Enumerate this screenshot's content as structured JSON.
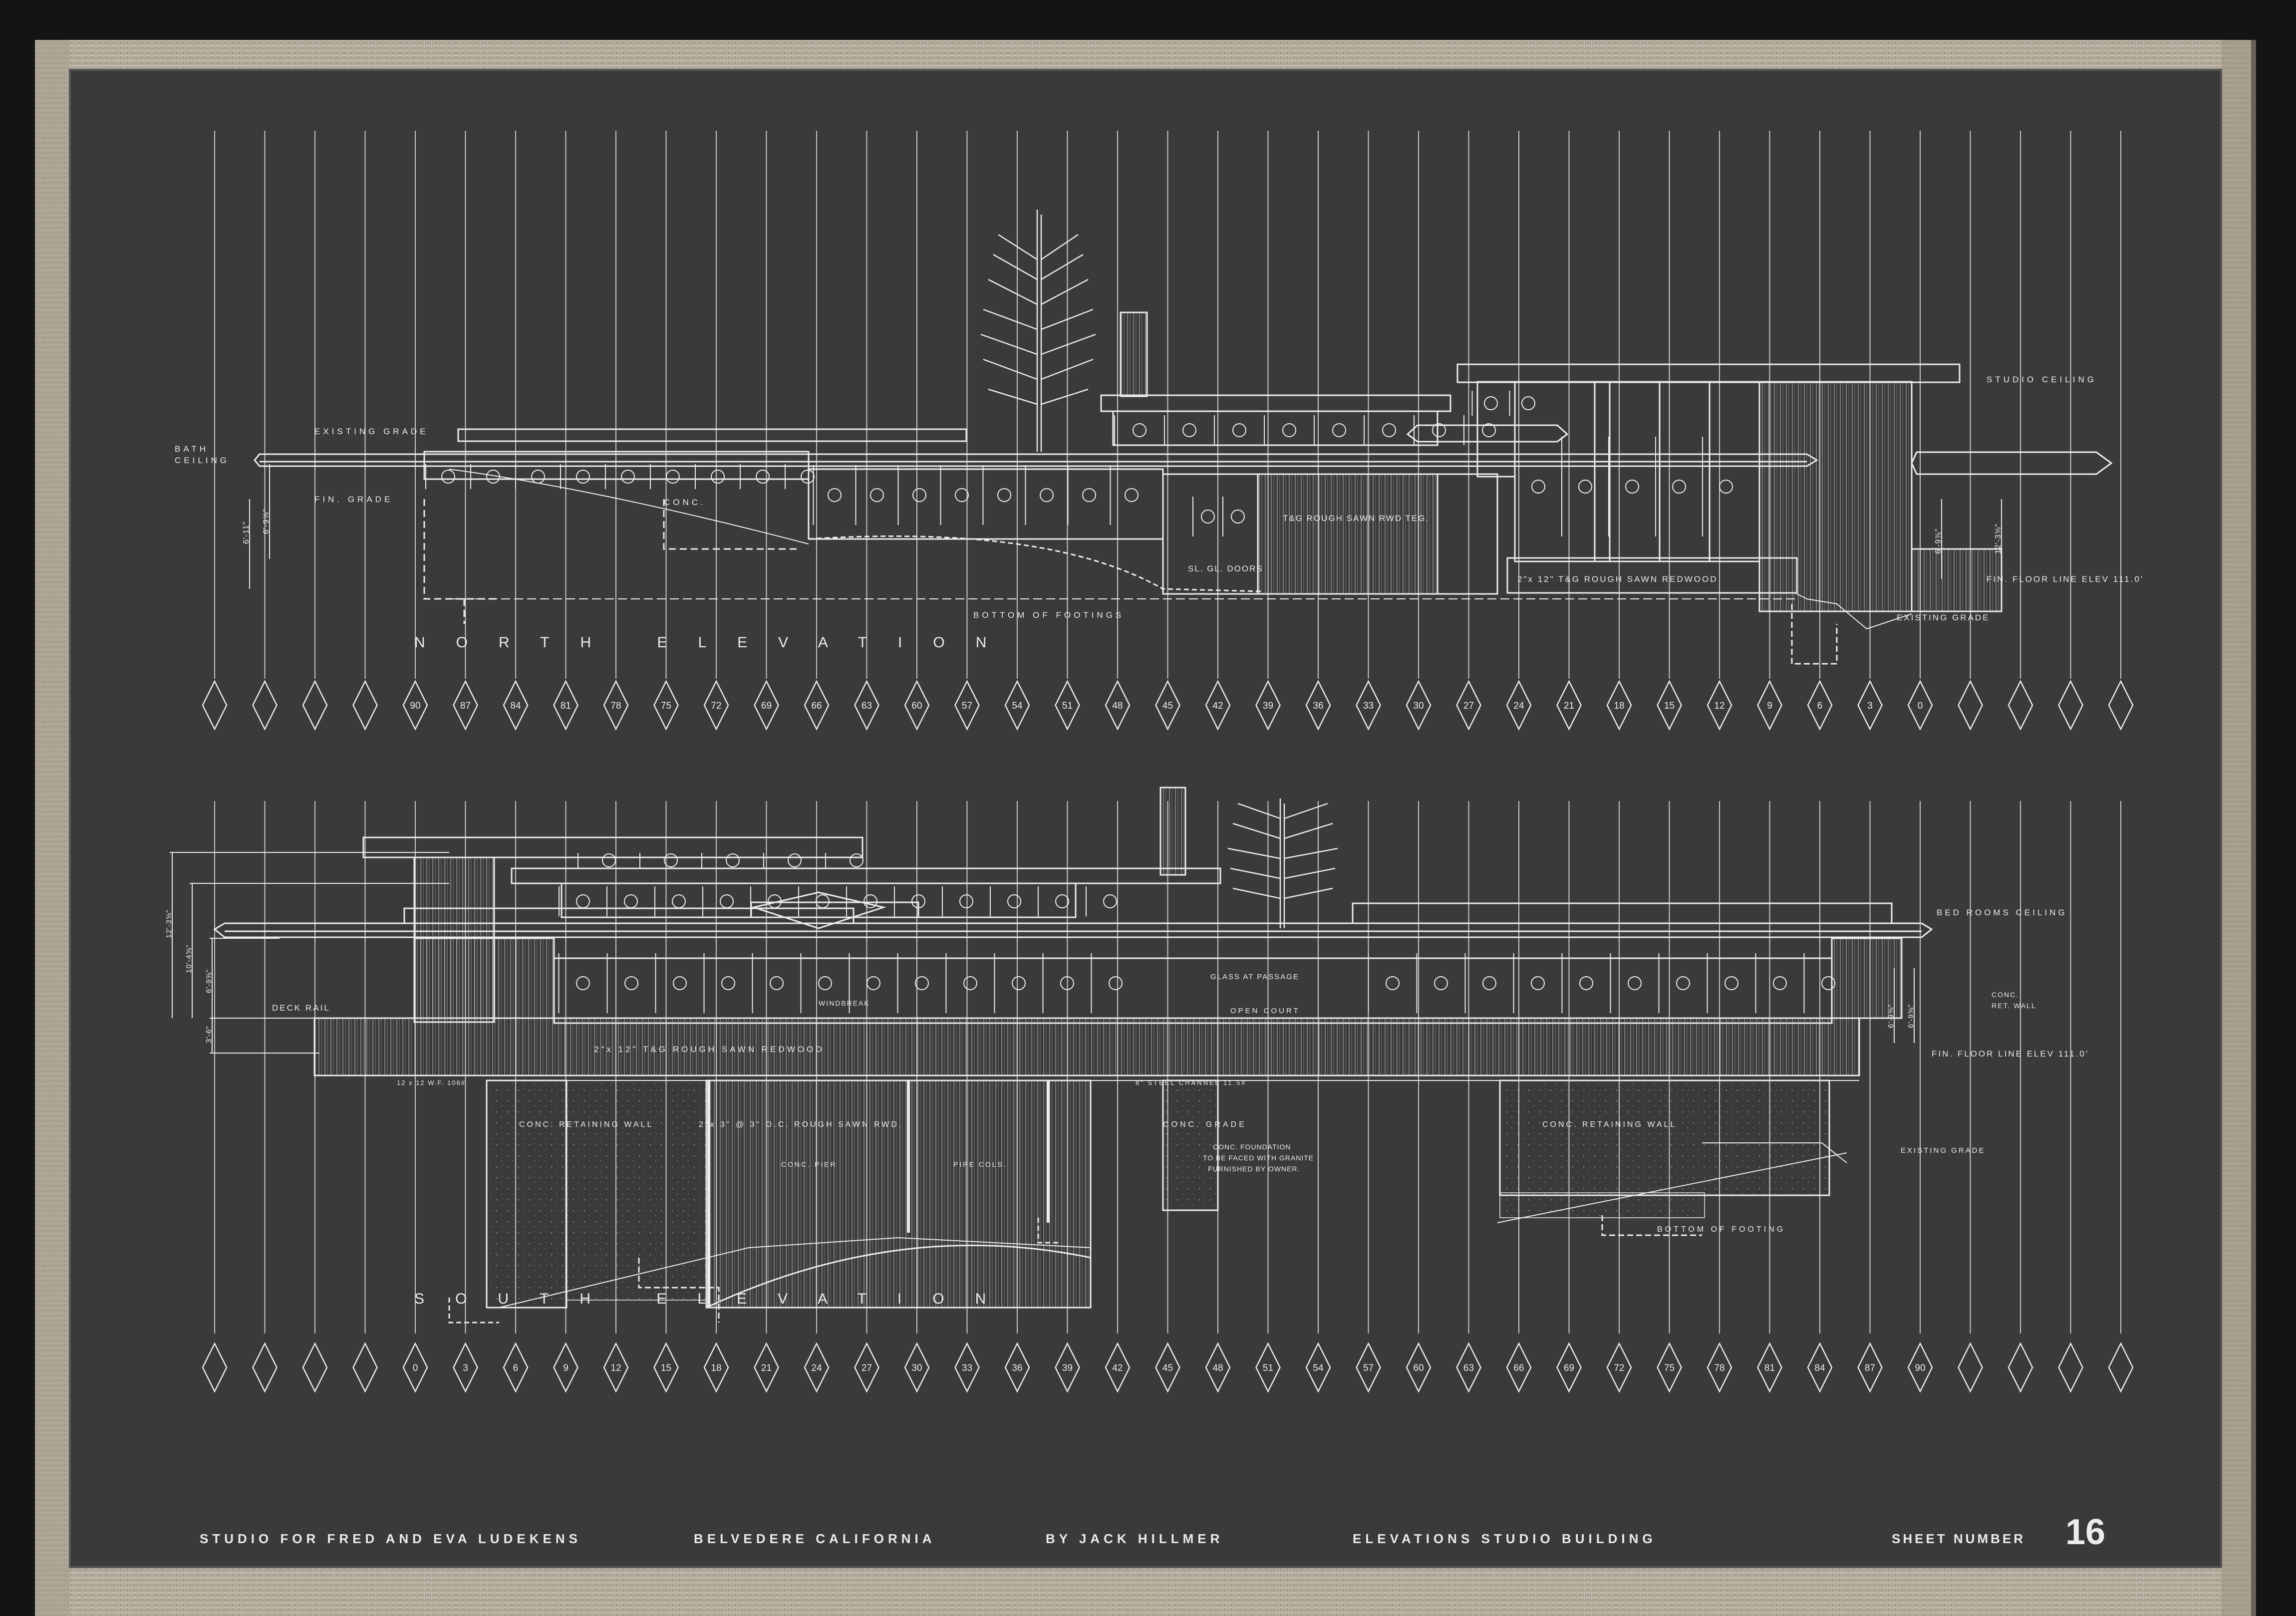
{
  "title_block": {
    "project": "STUDIO FOR FRED AND EVA LUDEKENS",
    "location": "BELVEDERE CALIFORNIA",
    "author": "BY JACK HILLMER",
    "sheet_title": "ELEVATIONS STUDIO BUILDING",
    "sheet_label": "SHEET NUMBER",
    "sheet_number": "16"
  },
  "north": {
    "title": "NORTH ELEVATION",
    "grid_labels": [
      "",
      "",
      "",
      "",
      "90",
      "87",
      "84",
      "81",
      "78",
      "75",
      "72",
      "69",
      "66",
      "63",
      "60",
      "57",
      "54",
      "51",
      "48",
      "45",
      "42",
      "39",
      "36",
      "33",
      "30",
      "27",
      "24",
      "21",
      "18",
      "15",
      "12",
      "9",
      "6",
      "3",
      "0",
      "",
      "",
      "",
      ""
    ],
    "notes": {
      "existing_grade": "EXISTING GRADE",
      "bath_ceiling_1": "BATH",
      "bath_ceiling_2": "CEILING",
      "fin_grade": "FIN. GRADE",
      "conc": "CONC.",
      "studio_ceiling": "STUDIO CEILING",
      "redwood_tg": "T&G ROUGH SAWN RWD TEG.",
      "sl_gl_doors": "SL. GL. DOORS",
      "redwood": "2\"x 12\" T&G ROUGH SAWN REDWOOD",
      "bottom_footings": "BOTTOM OF FOOTINGS",
      "fin_floor": "FIN. FLOOR LINE ELEV 111.0'",
      "existing_grade_r": "EXISTING GRADE",
      "dim_1": "6'-11\"",
      "dim_2": "6'-9⅝\"",
      "dim_3": "6'-9⅝\"",
      "dim_4": "12'-3⅝\""
    }
  },
  "south": {
    "title": "SOUTH ELEVATION",
    "grid_labels": [
      "",
      "",
      "",
      "",
      "0",
      "3",
      "6",
      "9",
      "12",
      "15",
      "18",
      "21",
      "24",
      "27",
      "30",
      "33",
      "36",
      "39",
      "42",
      "45",
      "48",
      "51",
      "54",
      "57",
      "60",
      "63",
      "66",
      "69",
      "72",
      "75",
      "78",
      "81",
      "84",
      "87",
      "90",
      "",
      "",
      "",
      ""
    ],
    "notes": {
      "bed_rooms_ceiling": "BED ROOMS CEILING",
      "deck_rail": "DECK RAIL",
      "windbreak": "WINDBREAK",
      "glass_passage": "GLASS AT PASSAGE",
      "open_court": "OPEN COURT",
      "redwood": "2\"x 12\" T&G ROUGH SAWN REDWOOD",
      "conc_ret_wall_1": "CONC.",
      "conc_ret_wall_2": "RET. WALL",
      "fin_floor": "FIN. FLOOR LINE ELEV 111.0'",
      "wf_left": "12 x 12 W.F. 106#",
      "steel_channel": "8\" STEEL CHANNEL 11.5#",
      "conc_retaining_left": "CONC. RETAINING WALL",
      "rough_sawn_rwd": "2\"x 3\" @ 3\" O.C. ROUGH SAWN RWD.",
      "conc_grade": "CONC. GRADE",
      "conc_foundation_1": "CONC. FOUNDATION",
      "conc_foundation_2": "TO BE FACED WITH GRANITE",
      "conc_foundation_3": "FURNISHED BY OWNER.",
      "conc_pier": "CONC. PIER",
      "pipe_cols": "PIPE COLS.",
      "conc_retaining_right": "CONC. RETAINING WALL",
      "existing_grade": "EXISTING GRADE",
      "bottom_footing": "BOTTOM OF FOOTING",
      "dim_1": "12'-3⅝\"",
      "dim_2": "10'-4⅝\"",
      "dim_3": "6'-9⅝\"",
      "dim_4": "3'-6\"",
      "dim_5": "6'-9⅝\"",
      "dim_6": "6'-9⅝\""
    }
  },
  "colors": {
    "background": "#141414",
    "sheet": "#3a3a3a",
    "ink": "#ececec",
    "mount": "#b9b0a2"
  }
}
